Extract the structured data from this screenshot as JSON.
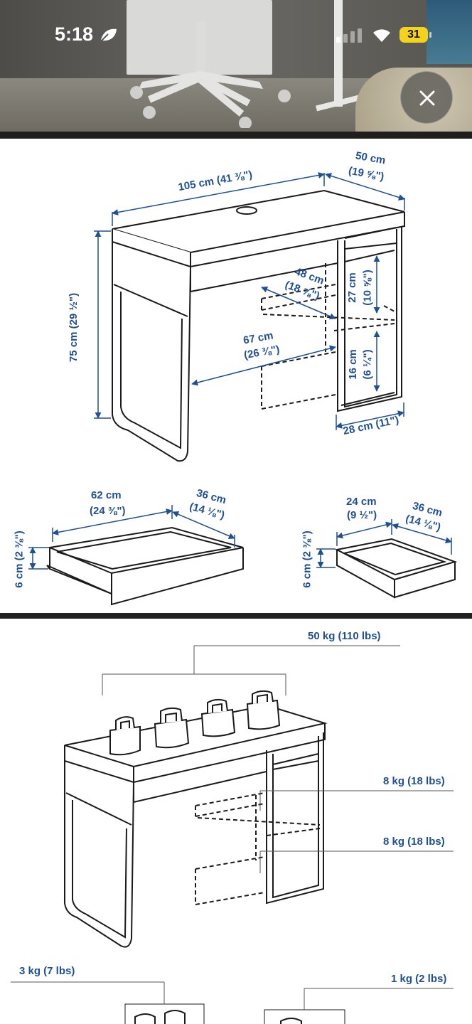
{
  "status_bar": {
    "time": "5:18",
    "battery": "31"
  },
  "close": {
    "icon": "close-icon"
  },
  "desk_dimensions": {
    "width": "105 cm (41 ⅜\")",
    "depth_line1": "50 cm",
    "depth_line2": "(19 ⅝\")",
    "height": "75 cm (29 ½\")",
    "inner_depth_line1": "48 cm",
    "inner_depth_line2": "(18 ⅞\")",
    "inner_width_line1": "67 cm",
    "inner_width_line2": "(26 ⅜\")",
    "shelf_upper_line1": "27 cm",
    "shelf_upper_line2": "(10 ⅝\")",
    "shelf_lower_line1": "16 cm",
    "shelf_lower_line2": "(6 ¼\")",
    "cabinet_width": "28 cm (11\")"
  },
  "drawer_large": {
    "width_line1": "62 cm",
    "width_line2": "(24 ⅜\")",
    "depth_line1": "36 cm",
    "depth_line2": "(14 ⅛\")",
    "height": "6 cm (2 ⅜\")"
  },
  "drawer_small": {
    "width_line1": "24 cm",
    "width_line2": "(9 ½\")",
    "depth_line1": "36 cm",
    "depth_line2": "(14 ⅛\")",
    "height": "6 cm (2 ⅜\")"
  },
  "load": {
    "top": "50 kg (110 lbs)",
    "shelf_upper": "8 kg (18 lbs)",
    "shelf_lower": "8 kg (18 lbs)",
    "drawer_large": "3 kg (7 lbs)",
    "drawer_small": "1 kg (2 lbs)"
  },
  "colors": {
    "accent": "#1f4f94",
    "line": "#1a1a1a"
  }
}
